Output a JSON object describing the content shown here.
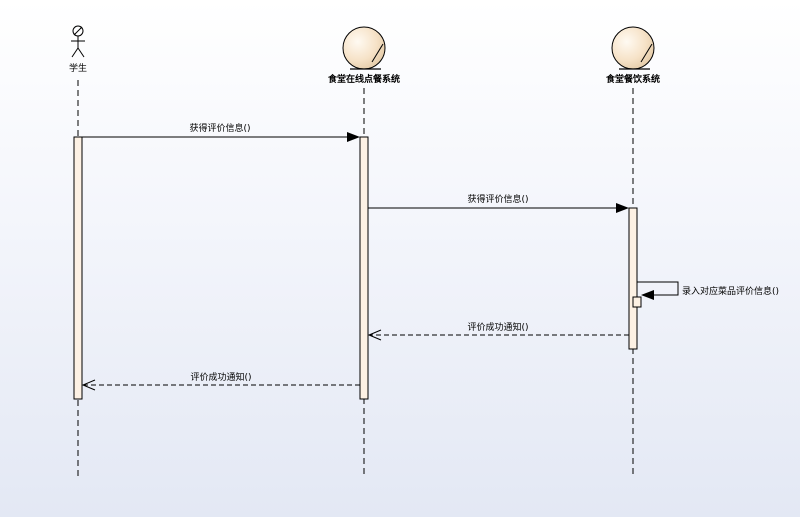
{
  "participants": {
    "student": {
      "name": "学生",
      "icon": "actor-icon"
    },
    "online_system": {
      "name": "食堂在线点餐系统",
      "icon": "entity-icon"
    },
    "dining_system": {
      "name": "食堂餐饮系统",
      "icon": "entity-icon"
    }
  },
  "messages": {
    "m1": {
      "label": "获得评价信息()",
      "kind": "sync"
    },
    "m2": {
      "label": "获得评价信息()",
      "kind": "sync"
    },
    "m3": {
      "label": "录入对应菜品评价信息()",
      "kind": "self"
    },
    "m4": {
      "label": "评价成功通知()",
      "kind": "return"
    },
    "m5": {
      "label": "评价成功通知()",
      "kind": "return"
    }
  },
  "colors": {
    "activation_fill": "#fdf1e4",
    "entity_fill": "#f6e2c7",
    "line": "#000000"
  }
}
